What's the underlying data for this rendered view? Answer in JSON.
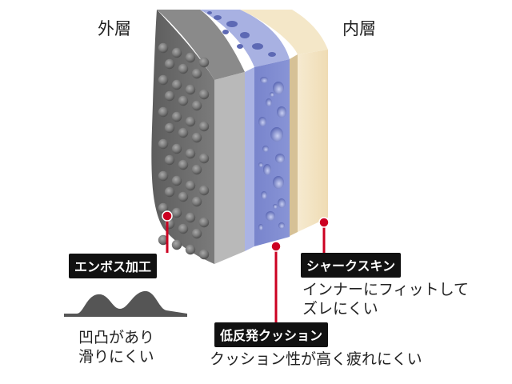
{
  "outer_layer_title": "外層",
  "inner_layer_title": "内層",
  "callouts": {
    "emboss": {
      "tag": "エンボス加工",
      "desc": [
        "凹凸があり",
        "滑りにくい"
      ]
    },
    "cushion": {
      "tag": "低反発クッション",
      "desc": [
        "クッション性が高く疲れにくい"
      ]
    },
    "shark": {
      "tag": "シャークスキン",
      "desc": [
        "インナーにフィットして",
        "ズレにくい"
      ]
    }
  },
  "colors": {
    "outer_face": "#6e6e6e",
    "outer_edge": "#b9b9b9",
    "cushion_face": "#7f8bd0",
    "cushion_edge": "#aab2e2",
    "inner_face": "#f3e4c2",
    "inner_edge": "#d8c49a",
    "leader": "#cc0022"
  }
}
